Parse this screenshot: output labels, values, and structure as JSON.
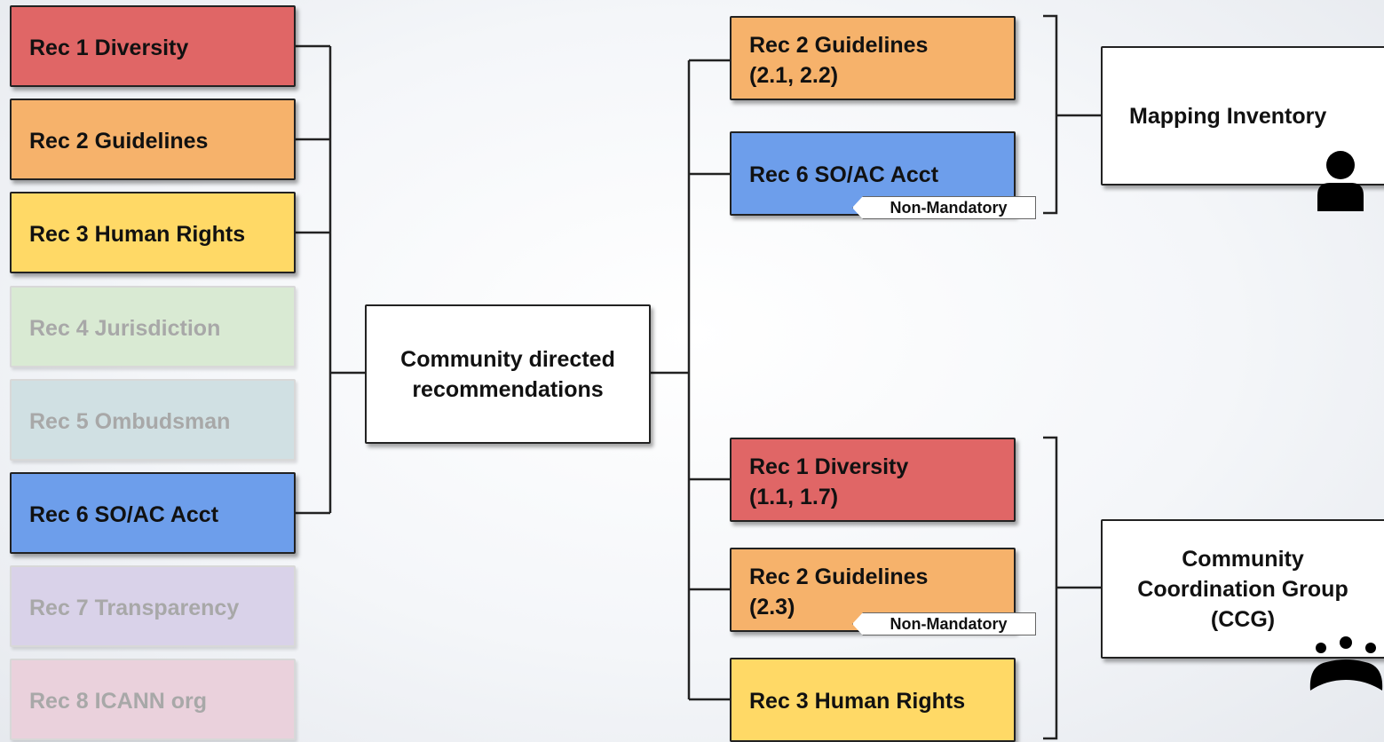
{
  "left_column": [
    {
      "label": "Rec 1 Diversity",
      "color": "#e06666",
      "faded": false
    },
    {
      "label": "Rec 2 Guidelines",
      "color": "#f6b26b",
      "faded": false
    },
    {
      "label": "Rec 3 Human Rights",
      "color": "#ffd966",
      "faded": false
    },
    {
      "label": "Rec 4 Jurisdiction",
      "color": "#d9ead3",
      "faded": true
    },
    {
      "label": "Rec 5 Ombudsman",
      "color": "#d0e0e3",
      "faded": true
    },
    {
      "label": "Rec 6 SO/AC Acct",
      "color": "#6d9eeb",
      "faded": false
    },
    {
      "label": "Rec 7 Transparency",
      "color": "#d9d2e9",
      "faded": true
    },
    {
      "label": "Rec 8 ICANN org",
      "color": "#ead1dc",
      "faded": true
    }
  ],
  "center_node": {
    "line1": "Community directed",
    "line2": "recommendations"
  },
  "top_group": {
    "items": [
      {
        "line1": "Rec 2 Guidelines",
        "line2": "(2.1, 2.2)",
        "color": "#f6b26b"
      },
      {
        "line1": "Rec 6 SO/AC Acct",
        "line2": "",
        "color": "#6d9eeb",
        "badge": "Non-Mandatory"
      }
    ],
    "target": "Mapping Inventory",
    "icon": "person-icon"
  },
  "bottom_group": {
    "items": [
      {
        "line1": "Rec 1 Diversity",
        "line2": "(1.1, 1.7)",
        "color": "#e06666"
      },
      {
        "line1": "Rec 2 Guidelines",
        "line2": "(2.3)",
        "color": "#f6b26b",
        "badge": "Non-Mandatory"
      },
      {
        "line1": "Rec 3 Human Rights",
        "line2": "",
        "color": "#ffd966"
      }
    ],
    "target_line1": "Community",
    "target_line2": "Coordination Group",
    "target_line3": "(CCG)",
    "icon": "group-icon"
  }
}
